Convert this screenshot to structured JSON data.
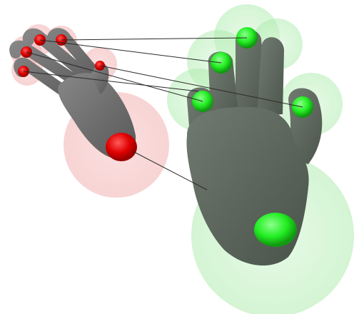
{
  "scene": {
    "background": "#ffffff",
    "colors": {
      "source_hand": "#6f6f6f",
      "source_hand_edge": "#4a4a4a",
      "target_hand": "#5f6b5f",
      "target_hand_edge": "#3f473f",
      "source_marker": "#e00000",
      "source_halo": "#f5b0b0",
      "target_marker": "#22ee22",
      "target_halo": "#b5f0b5",
      "correspondence_line": "#2a2a2a"
    },
    "source_hand": {
      "label": "",
      "marker_count": 6,
      "markers": [
        "thumb-tip",
        "index-tip",
        "middle-tip",
        "ring-tip",
        "pinky-tip",
        "palm-center"
      ]
    },
    "target_hand": {
      "label": "",
      "marker_count": 6,
      "markers": [
        "thumb-tip",
        "index-tip",
        "middle-tip",
        "ring-tip",
        "pinky-tip",
        "palm-center"
      ]
    },
    "correspondence_count": 6
  }
}
